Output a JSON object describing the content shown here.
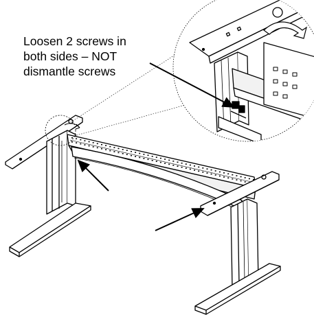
{
  "callout": {
    "lines": [
      "Loosen 2 screws in",
      "both sides – NOT",
      "dismantle screws"
    ]
  },
  "colors": {
    "line": "#000000",
    "background": "#ffffff",
    "fill_light": "#f2f2f2"
  }
}
